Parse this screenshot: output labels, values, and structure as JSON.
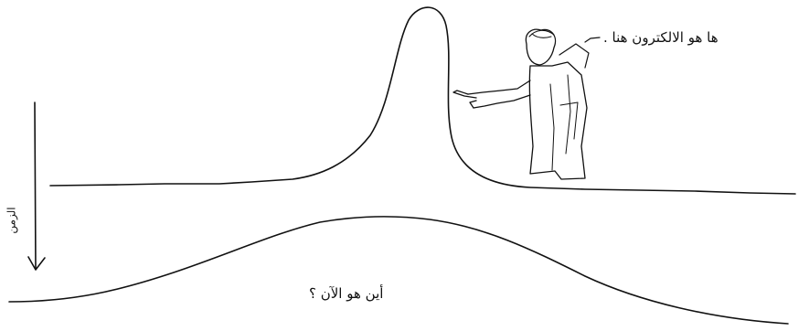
{
  "labels": {
    "electron_here": "ها هو الالكترون هنا .",
    "where_now": "أين هو الآن ؟",
    "time_axis": "الزمن"
  },
  "colors": {
    "ink": "#111111",
    "background": "#ffffff"
  },
  "figure": {
    "icon": "pointing-man-sketch"
  }
}
